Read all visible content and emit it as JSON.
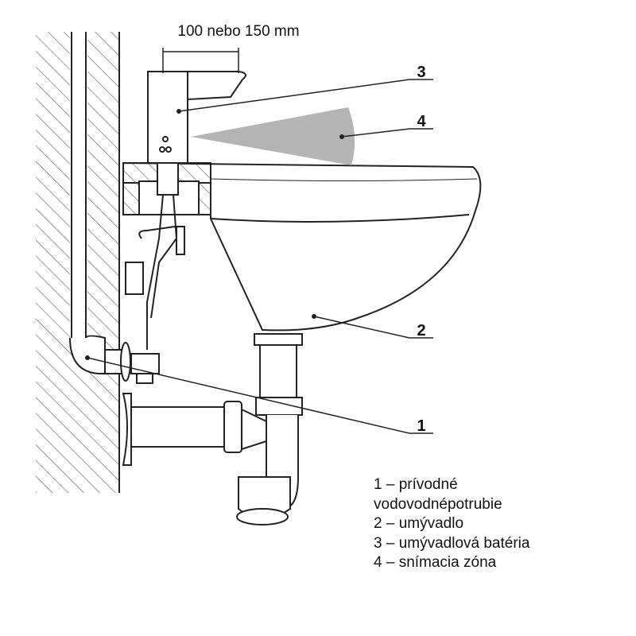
{
  "dimension_label": "100 nebo 150 mm",
  "callouts": [
    "1",
    "2",
    "3",
    "4"
  ],
  "legend": [
    "1 – prívodné",
    "vodovodnépotrubie",
    "2 – umývadlo",
    "3 – umývadlová batéria",
    "4 – snímacia zóna"
  ],
  "colors": {
    "line": "#222222",
    "sensor_zone": "#b4b4b4",
    "hatch": "#555555"
  }
}
